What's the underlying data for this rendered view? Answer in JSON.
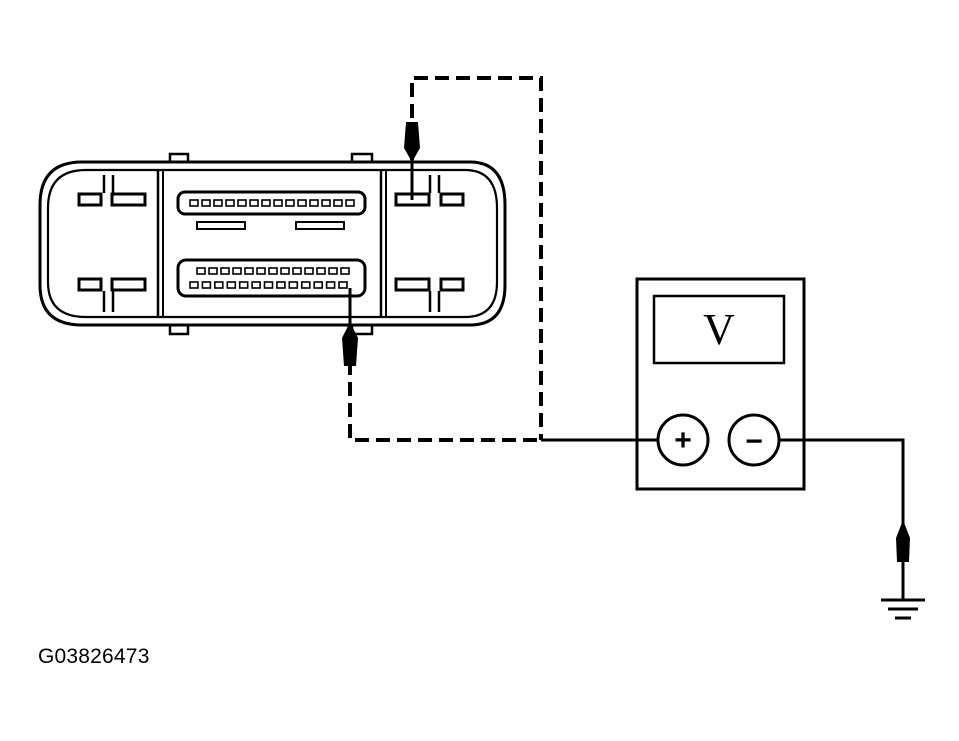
{
  "figure_id": "G03826473",
  "meter": {
    "display_symbol": "V",
    "positive_symbol": "+",
    "negative_symbol": "−"
  },
  "connector": {
    "upper_pin_row_count": 14,
    "lower_pin_row1_count": 13,
    "lower_pin_row2_count": 13
  },
  "colors": {
    "line": "#000000",
    "background": "#ffffff"
  }
}
